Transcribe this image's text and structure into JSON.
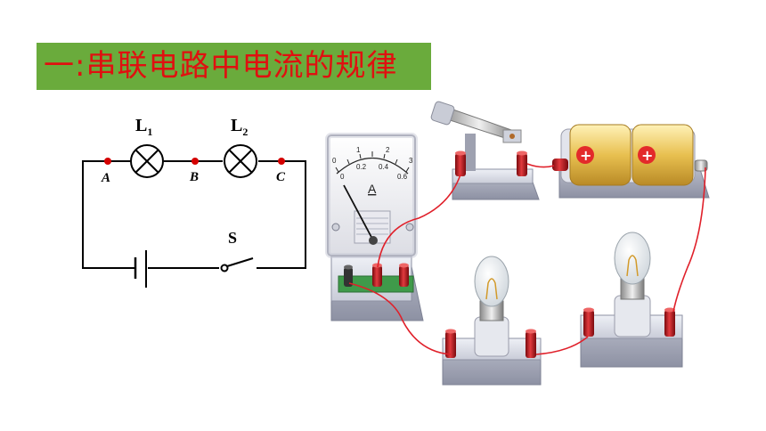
{
  "title": "一:串联电路中电流的规律",
  "schematic": {
    "lamp1_label": "L",
    "lamp1_sub": "1",
    "lamp2_label": "L",
    "lamp2_sub": "2",
    "switch_label": "S",
    "point_a": "A",
    "point_b": "B",
    "point_c": "C"
  },
  "ammeter": {
    "unit": "A",
    "scale_top": [
      "0",
      "1",
      "2",
      "3"
    ],
    "scale_bottom": [
      "0",
      "0.2",
      "0.4",
      "0.6"
    ]
  },
  "colors": {
    "title_bg": "#6aab3c",
    "title_text": "#e01010",
    "wire": "#e0202a",
    "terminal": "#c4161c",
    "schematic_point": "#d40000",
    "battery_gold": "#e8c050"
  }
}
